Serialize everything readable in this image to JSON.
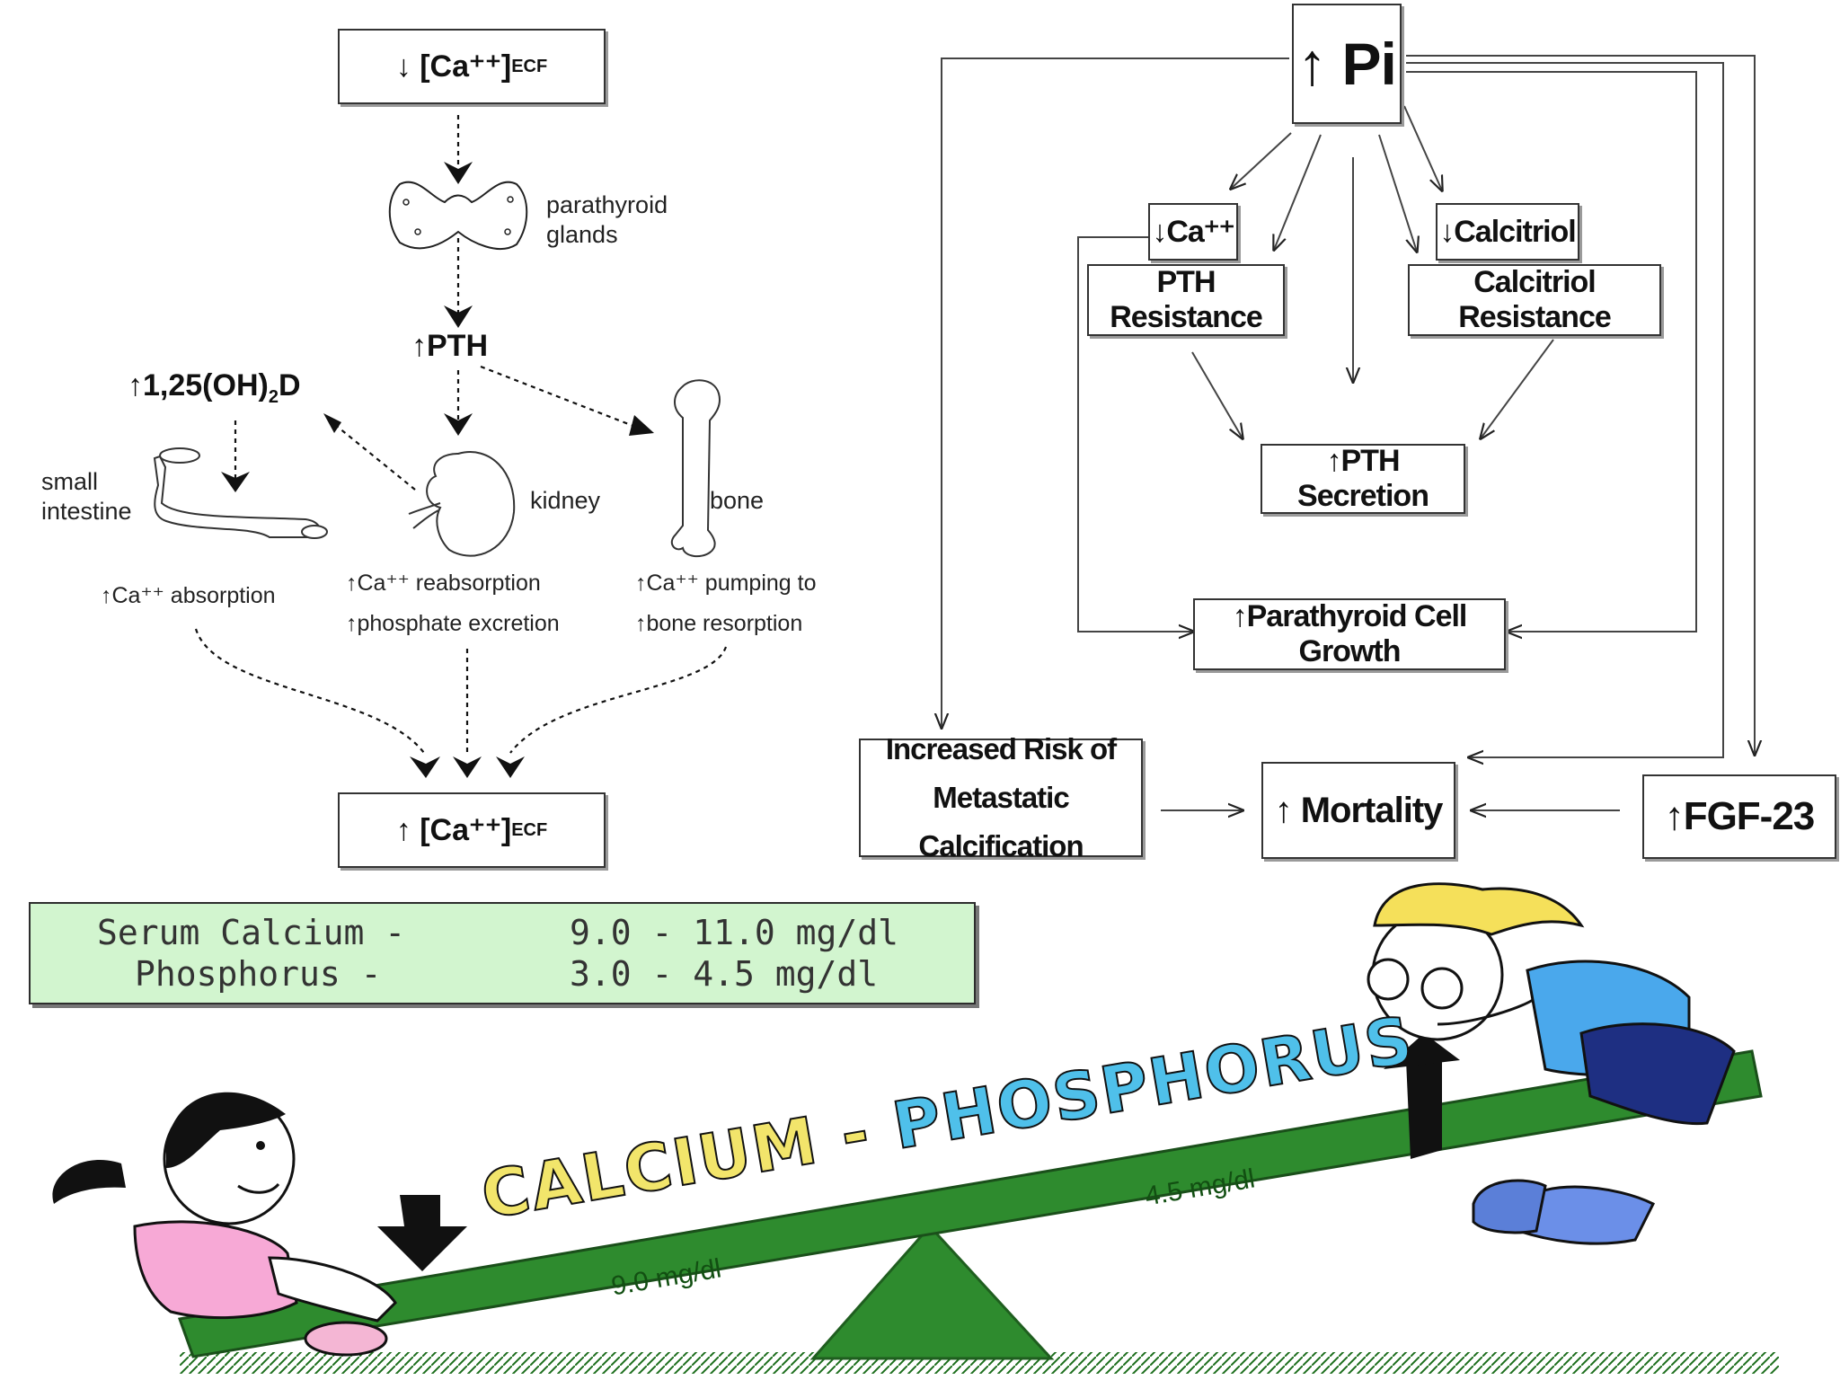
{
  "left_diagram": {
    "top_box": "↓  [Ca⁺⁺]",
    "top_box_sub": "ECF",
    "parathyroid_label_1": "parathyroid",
    "parathyroid_label_2": "glands",
    "pth": "↑PTH",
    "vitd": "↑1,25(OH)",
    "vitd_sub": "2",
    "vitd_end": "D",
    "intestine_label_1": "small",
    "intestine_label_2": "intestine",
    "kidney_label": "kidney",
    "bone_label": "bone",
    "effect_intestine": "↑Ca⁺⁺ absorption",
    "effect_kidney_1": "↑Ca⁺⁺ reabsorption",
    "effect_kidney_2": "↑phosphate excretion",
    "effect_bone_1": "↑Ca⁺⁺ pumping to",
    "effect_bone_2": "↑bone resorption",
    "bottom_box": "↑  [Ca⁺⁺]",
    "bottom_box_sub": "ECF"
  },
  "right_diagram": {
    "pi": "↑ Pi",
    "ca": "↓Ca⁺⁺",
    "calcitriol": "↓Calcitriol",
    "pth_resistance": "PTH Resistance",
    "calcitriol_resistance": "Calcitriol Resistance",
    "pth_secretion": "↑PTH Secretion",
    "cell_growth": "↑Parathyroid Cell Growth",
    "metastatic_1": "Increased Risk of",
    "metastatic_2": "Metastatic Calcification",
    "mortality": "↑ Mortality",
    "fgf23": "↑FGF-23"
  },
  "ranges": {
    "calcium_label": "Serum Calcium -",
    "calcium_value": "9.0 - 11.0 mg/dl",
    "phosphorus_label": "Phosphorus -",
    "phosphorus_value": "3.0 - 4.5 mg/dl"
  },
  "seesaw": {
    "calcium": "CALCIUM",
    "dash": "-",
    "phosphorus": "PHOSPHORUS",
    "calcium_value": "9.0 mg/dl",
    "phosphorus_value": "4.5 mg/dl",
    "colors": {
      "board": "#2e8b2e",
      "calcium_text": "#f2e56b",
      "phosphorus_text": "#4fc0ea",
      "ground": "#2e8b2e"
    }
  }
}
